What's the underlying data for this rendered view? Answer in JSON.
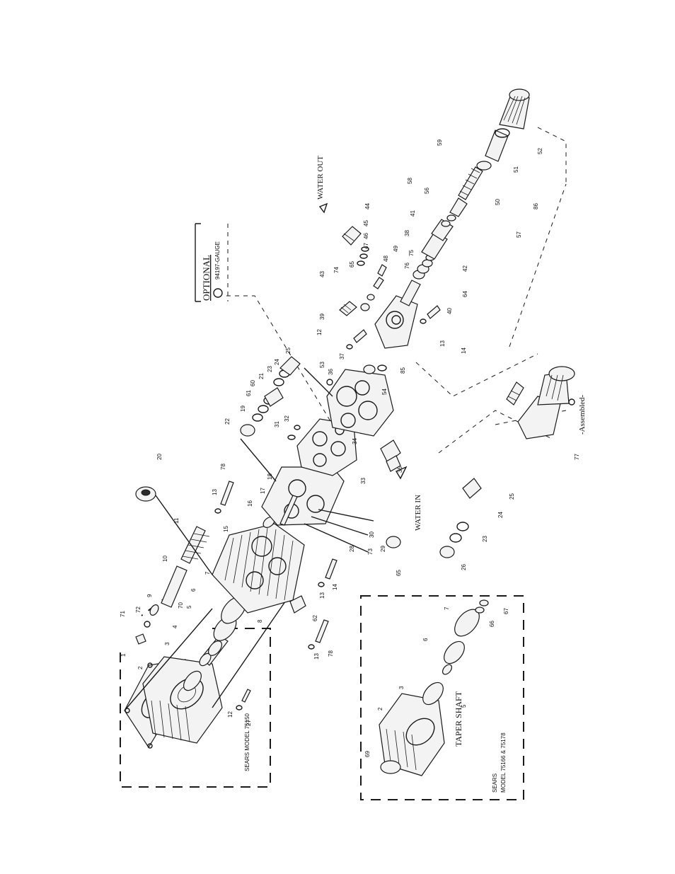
{
  "labels": {
    "optional": "OPTIONAL",
    "gauge": "94197-GAUGE",
    "water_out": "WATER OUT",
    "water_in": "WATER IN",
    "assembled": "-Assembled-",
    "sears_model_1": "SEARS MODEL 75150",
    "taper_shaft": "TAPER SHAFT",
    "sears_model_2a": "SEARS",
    "sears_model_2b": "MODEL 75166 & 75178"
  },
  "part_numbers": {
    "p1": "1",
    "p2": "2",
    "p3": "3",
    "p4": "4",
    "p5": "5",
    "p6": "6",
    "p7": "7",
    "p8": "8",
    "p9": "9",
    "p10": "10",
    "p11": "11",
    "p12": "12",
    "p13": "13",
    "p14": "14",
    "p15": "15",
    "p16": "16",
    "p17": "17",
    "p18": "18",
    "p19": "19",
    "p20": "20",
    "p21": "21",
    "p22": "22",
    "p23": "23",
    "p24": "24",
    "p25": "25",
    "p26": "26",
    "p27": "27",
    "p28": "28",
    "p29": "29",
    "p30": "30",
    "p31": "31",
    "p32": "32",
    "p33": "33",
    "p34": "34",
    "p35": "35",
    "p36": "36",
    "p37": "37",
    "p38": "38",
    "p39": "39",
    "p40": "40",
    "p41": "41",
    "p42": "42",
    "p43": "43",
    "p44": "44",
    "p45": "45",
    "p46": "46",
    "p47": "47",
    "p48": "48",
    "p49": "49",
    "p50": "50",
    "p51": "51",
    "p52": "52",
    "p53": "53",
    "p54": "54",
    "p55": "55",
    "p56": "56",
    "p57": "57",
    "p58": "58",
    "p59": "59",
    "p60": "60",
    "p61": "61",
    "p62": "62",
    "p64": "64",
    "p65": "65",
    "p66": "66",
    "p67": "67",
    "p69": "69",
    "p70": "70",
    "p71": "71",
    "p72": "72",
    "p73": "73",
    "p74": "74",
    "p75": "75",
    "p76": "76",
    "p77": "77",
    "p78": "78",
    "p85": "85",
    "p86": "86"
  }
}
